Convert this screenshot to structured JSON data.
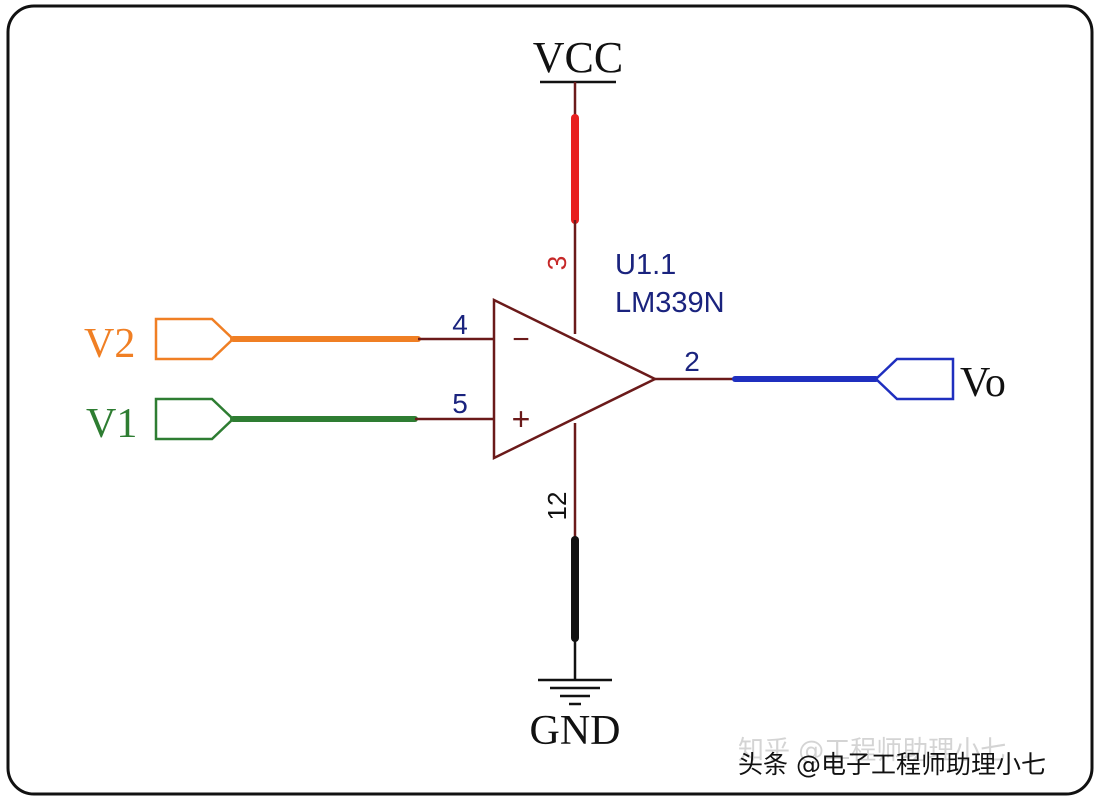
{
  "labels": {
    "vcc": "VCC",
    "gnd": "GND",
    "v1": "V1",
    "v2": "V2",
    "vo": "Vo",
    "designator": "U1.1",
    "part": "LM339N",
    "minus_sign": "−",
    "plus_sign": "+"
  },
  "pins": {
    "vcc": "3",
    "inverting": "4",
    "non_inverting": "5",
    "output": "2",
    "gnd": "12"
  },
  "watermark": {
    "line1": "知乎 @工程师助理小七",
    "line2": "头条 @电子工程师助理小七"
  },
  "colors": {
    "frame": "#111111",
    "pin_wire": "#6b1a1a",
    "pin_number": "#1a237e",
    "vcc_net": "#e8201f",
    "v2_net": "#f07f24",
    "v1_net": "#2e7d32",
    "vo_net": "#1f2fbf",
    "gnd_net": "#111111",
    "vcc_pin_label": "#c62828"
  }
}
